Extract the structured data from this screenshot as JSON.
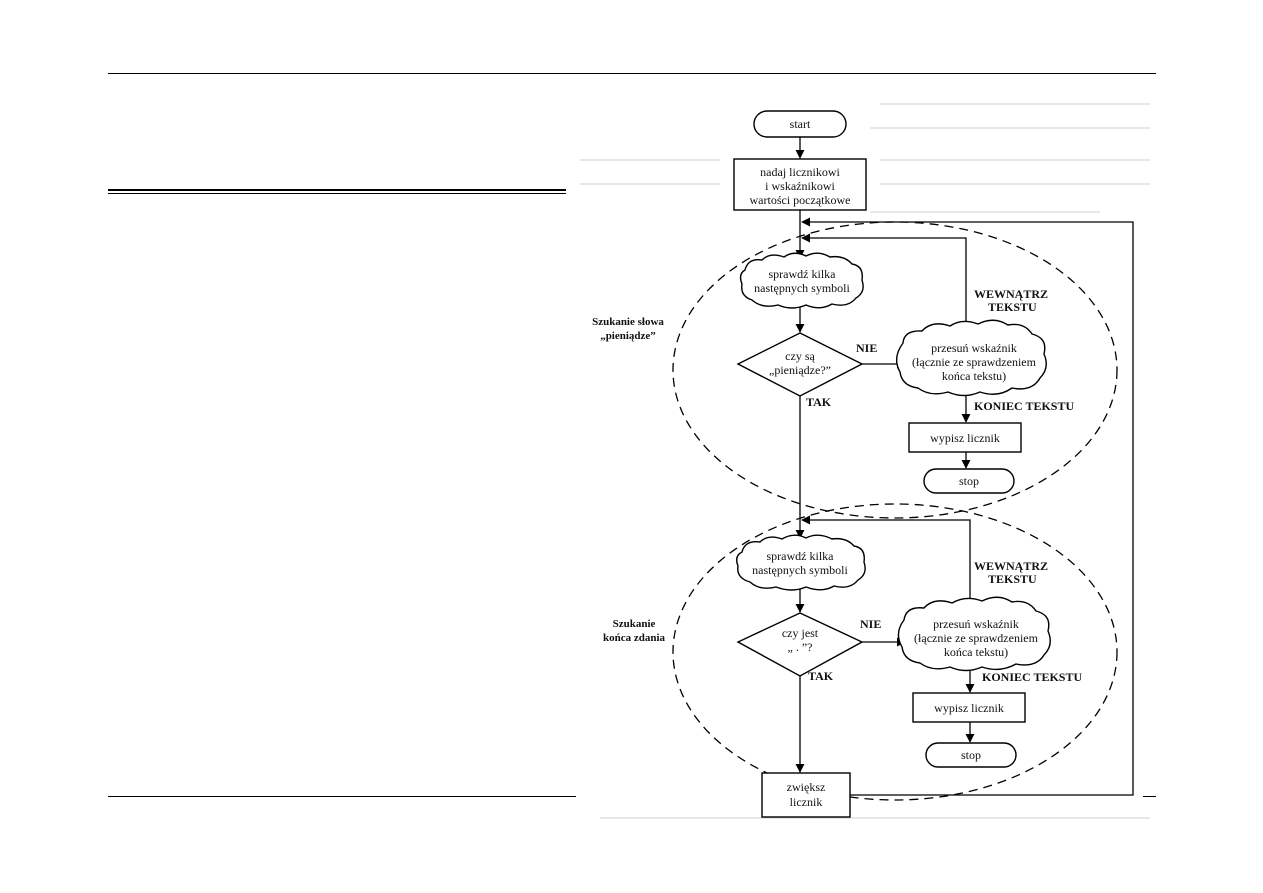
{
  "page": {
    "accent": "#000000",
    "paper": "#ffffff",
    "scan_tint": "#bdbdbd"
  },
  "diagram": {
    "nodes": {
      "start": "start",
      "init": [
        "nadaj licznikowi",
        "i wskaźnikowi",
        "wartości początkowe"
      ],
      "check1": [
        "sprawdź kilka",
        "następnych symboli"
      ],
      "q1": [
        "czy są",
        "„pieniądze?”"
      ],
      "move1": [
        "przesuń wskaźnik",
        "(łącznie ze sprawdzeniem",
        "końca tekstu)"
      ],
      "print1": "wypisz licznik",
      "stop1": "stop",
      "check2": [
        "sprawdź kilka",
        "następnych symboli"
      ],
      "q2": [
        "czy jest",
        "„ . ”?"
      ],
      "move2": [
        "przesuń wskaźnik",
        "(łącznie ze sprawdzeniem",
        "końca tekstu)"
      ],
      "print2": "wypisz licznik",
      "stop2": "stop",
      "increment": [
        "zwiększ",
        "licznik"
      ]
    },
    "edge_labels": {
      "nie1": "NIE",
      "tak1": "TAK",
      "inside1": [
        "WEWNĄTRZ",
        "TEKSTU"
      ],
      "end1": "KONIEC TEKSTU",
      "nie2": "NIE",
      "tak2": "TAK",
      "inside2": [
        "WEWNĄTRZ",
        "TEKSTU"
      ],
      "end2": "KONIEC TEKSTU"
    },
    "groups": {
      "group1": [
        "Szukanie słowa",
        "„pieniądze”"
      ],
      "group2": [
        "Szukanie",
        "końca zdania"
      ]
    }
  }
}
